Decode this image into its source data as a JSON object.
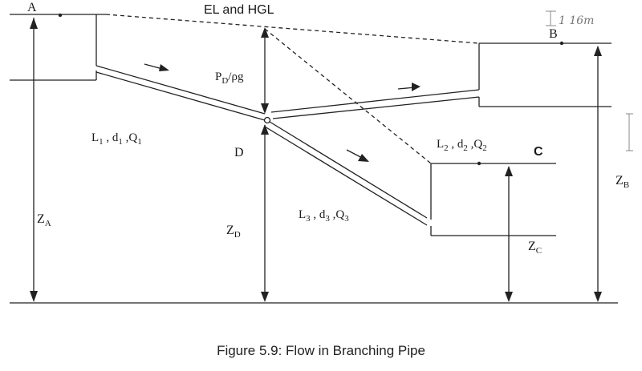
{
  "diagram": {
    "labels": {
      "A": "A",
      "B": "B",
      "C": "C",
      "D": "D",
      "el_hgl": "EL and HGL",
      "pressure_head_main": "P",
      "pressure_head_sub": "D",
      "pressure_head_rest": "/ρg",
      "pipe1_L": "L",
      "pipe1_d": "d",
      "pipe1_Q": "Q",
      "pipe1_idx": "1",
      "pipe2_L": "L",
      "pipe2_d": "d",
      "pipe2_Q": "Q",
      "pipe2_idx": "2",
      "pipe3_L": "L",
      "pipe3_d": "d",
      "pipe3_Q": "Q",
      "pipe3_idx": "3",
      "zA_main": "Z",
      "zA_sub": "A",
      "zB_main": "Z",
      "zB_sub": "B",
      "zC_main": "Z",
      "zC_sub": "C",
      "zD_main": "Z",
      "zD_sub": "D",
      "handwritten_note": "1 16m"
    },
    "caption": "Figure 5.9: Flow in Branching Pipe"
  }
}
